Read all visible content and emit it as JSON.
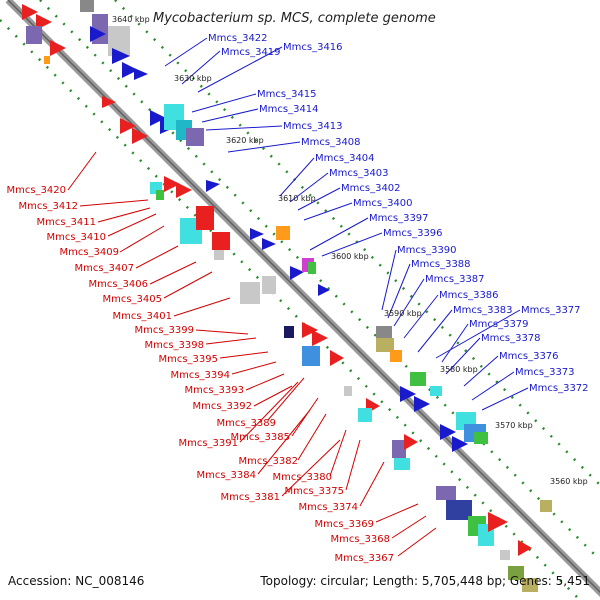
{
  "title": "Mycobacterium sp. MCS, complete genome",
  "accession": "Accession: NC_008146",
  "summary": "Topology: circular; Length: 5,705,448 bp; Genes: 5,451",
  "colors": {
    "backbone": "#8c8c8c",
    "leader_blue": "#1a1acd",
    "leader_red": "#d40000",
    "gc_dots": "#2e8b2e"
  },
  "ticks": [
    "3640 kbp",
    "3630 kbp",
    "3620 kbp",
    "3610 kbp",
    "3600 kbp",
    "3590 kbp",
    "3580 kbp",
    "3570 kbp",
    "3560 kbp"
  ],
  "genes_outer": [
    "Mmcs_3422",
    "Mmcs_3419",
    "Mmcs_3416",
    "Mmcs_3415",
    "Mmcs_3414",
    "Mmcs_3413",
    "Mmcs_3408",
    "Mmcs_3404",
    "Mmcs_3403",
    "Mmcs_3402",
    "Mmcs_3400",
    "Mmcs_3397",
    "Mmcs_3396",
    "Mmcs_3390",
    "Mmcs_3388",
    "Mmcs_3387",
    "Mmcs_3386",
    "Mmcs_3383",
    "Mmcs_3377",
    "Mmcs_3379",
    "Mmcs_3378",
    "Mmcs_3376",
    "Mmcs_3373",
    "Mmcs_3372"
  ],
  "genes_inner": [
    "Mmcs_3420",
    "Mmcs_3412",
    "Mmcs_3411",
    "Mmcs_3410",
    "Mmcs_3409",
    "Mmcs_3407",
    "Mmcs_3406",
    "Mmcs_3405",
    "Mmcs_3401",
    "Mmcs_3399",
    "Mmcs_3398",
    "Mmcs_3395",
    "Mmcs_3394",
    "Mmcs_3393",
    "Mmcs_3392",
    "Mmcs_3389",
    "Mmcs_3385",
    "Mmcs_3391",
    "Mmcs_3382",
    "Mmcs_3384",
    "Mmcs_3380",
    "Mmcs_3375",
    "Mmcs_3381",
    "Mmcs_3374",
    "Mmcs_3369",
    "Mmcs_3368",
    "Mmcs_3367"
  ]
}
